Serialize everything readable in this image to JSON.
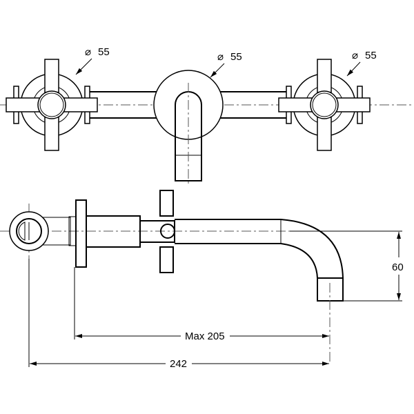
{
  "title": "Wall-mounted basin mixer dimension drawing",
  "top_view": {
    "left_handle_diameter": {
      "symbol": "⌀",
      "value": "55"
    },
    "spout_rosette_diameter": {
      "symbol": "⌀",
      "value": "55"
    },
    "right_handle_diameter": {
      "symbol": "⌀",
      "value": "55"
    }
  },
  "side_view": {
    "spout_drop": "60",
    "max_projection": "Max 205",
    "overall_length": "242"
  },
  "colors": {
    "line": "#000000",
    "centerline": "#555555",
    "background": "#ffffff"
  }
}
